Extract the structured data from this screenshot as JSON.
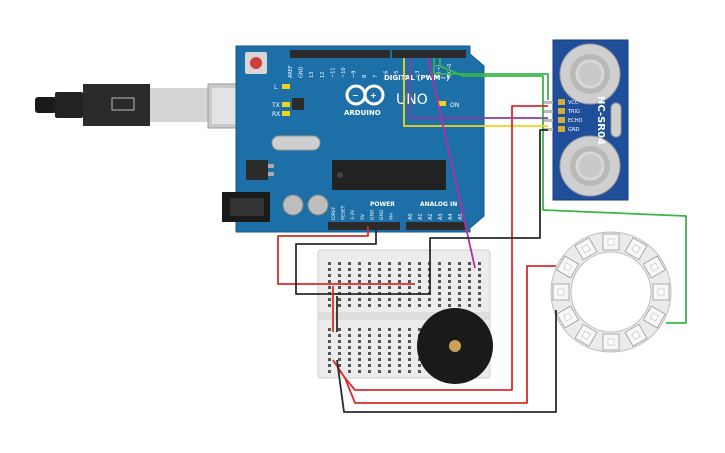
{
  "arduino": {
    "model": "UNO",
    "brand": "ARDUINO",
    "digital_label": "DIGITAL (PWM~)",
    "tx_label": "TX",
    "rx_label": "RX",
    "l_label": "L",
    "on_label": "ON",
    "power_label": "POWER",
    "analog_label": "ANALOG IN",
    "digital_pins": [
      "AREF",
      "GND",
      "13",
      "12",
      "~11",
      "~10",
      "~9",
      "8",
      "7",
      "~6",
      "~5",
      "4",
      "~3",
      "2",
      "TX→1",
      "RX←0"
    ],
    "power_pins": [
      "IOREF",
      "RESET",
      "3.3V",
      "5V",
      "GND",
      "GND",
      "Vin"
    ],
    "analog_pins": [
      "A0",
      "A1",
      "A2",
      "A3",
      "A4",
      "A5"
    ]
  },
  "sensor": {
    "model": "HC-SR04",
    "pins": [
      "VCC",
      "TRIG",
      "ECHO",
      "GND"
    ]
  },
  "colors": {
    "board": "#1d6fa8",
    "sensor_board": "#1f4f9b",
    "red_wire": "#d92b2b",
    "black_wire": "#2b2b2b",
    "green_wire": "#3bb54a",
    "yellow_wire": "#f2d21a",
    "purple_wire": "#8a3fa3",
    "magenta_wire": "#b52fa2",
    "breadboard": "#ececec",
    "buzzer": "#1a1a1a",
    "ring": "#e6e6e6"
  }
}
